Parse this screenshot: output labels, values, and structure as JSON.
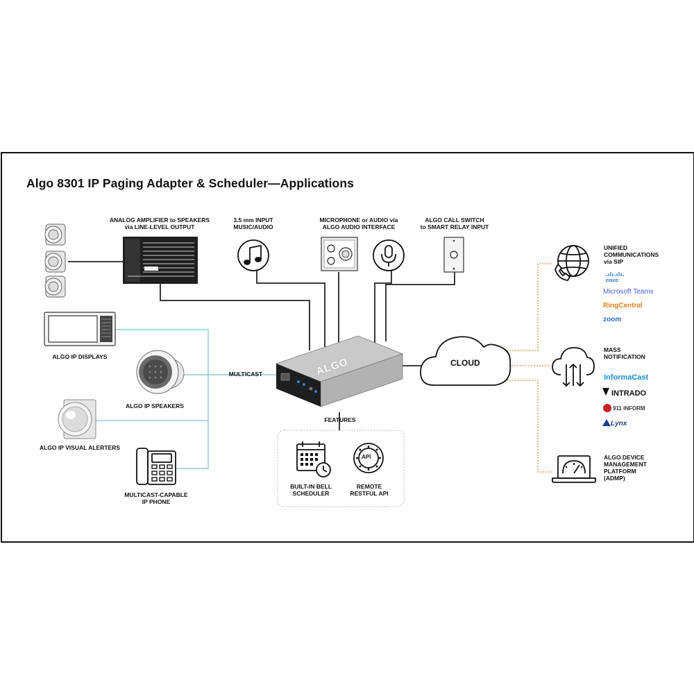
{
  "title": "Algo 8301 IP Paging Adapter & Scheduler—Applications",
  "colors": {
    "orange_dotted": "#e08a3c",
    "blue_lines": "#8fcbe0",
    "dark_lines": "#222222",
    "accent_blue": "#1a5fb4"
  },
  "labels": {
    "amplifier": [
      "ANALOG AMPLIFIER to SPEAKERS",
      "via LINE-LEVEL OUTPUT"
    ],
    "input35": [
      "3.5 mm INPUT",
      "MUSIC/AUDIO"
    ],
    "microphone": [
      "MICROPHONE or AUDIO via",
      "ALGO AUDIO INTERFACE"
    ],
    "callswitch": [
      "ALGO CALL SWITCH",
      "to SMART RELAY INPUT"
    ],
    "displays": "ALGO IP DISPLAYS",
    "speakers": "ALGO IP SPEAKERS",
    "alerters": "ALGO IP VISUAL ALERTERS",
    "phone": [
      "MULTICAST-CAPABLE",
      "IP PHONE"
    ],
    "multicast": "MULTICAST",
    "features": "FEATURES",
    "bell": [
      "BUILT-IN BELL",
      "SCHEDULER"
    ],
    "api": [
      "REMOTE",
      "RESTFUL API"
    ],
    "api_icon_text": "API",
    "cloud": "CLOUD",
    "device_brand": "ALGO",
    "uc": [
      "UNIFIED",
      "COMMUNICATIONS",
      "via SIP"
    ],
    "mass": [
      "MASS",
      "NOTIFICATION"
    ],
    "admp": [
      "ALGO DEVICE",
      "MANAGEMENT",
      "PLATFORM",
      "(ADMP)"
    ]
  },
  "uc_brands": [
    "cisco",
    "Microsoft Teams",
    "RingCentral",
    "zoom"
  ],
  "mass_brands": [
    "InformaCast",
    "INTRADO",
    "911 INFORM",
    "Lynx"
  ],
  "icons": [
    "ceiling-speaker-icon",
    "amplifier-rack-icon",
    "music-note-icon",
    "audio-interface-icon",
    "microphone-icon",
    "call-switch-icon",
    "ip-display-icon",
    "ip-speaker-icon",
    "visual-alerter-icon",
    "ip-phone-icon",
    "paging-adapter-device",
    "calendar-clock-icon",
    "api-gear-icon",
    "cloud-icon",
    "globe-phone-icon",
    "cloud-download-icon",
    "laptop-gauge-icon"
  ]
}
